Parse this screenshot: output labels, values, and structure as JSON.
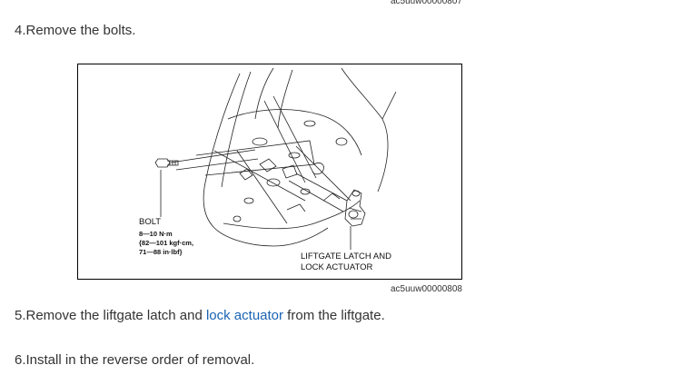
{
  "figure_ids": {
    "top": "ac5uuw00000807",
    "bottom": "ac5uuw00000808"
  },
  "steps": {
    "step4": "4.Remove the bolts.",
    "step5_prefix": "5.Remove the liftgate latch and ",
    "step5_link": "lock actuator",
    "step5_suffix": " from the liftgate.",
    "step6": "6.Install in the reverse order of removal."
  },
  "figure": {
    "bolt_label": "BOLT",
    "bolt_torque": [
      "8—10 N·m",
      "{82—101 kgf·cm,",
      "71—88 in·lbf}"
    ],
    "latch_label": [
      "LIFTGATE LATCH AND",
      "LOCK ACTUATOR"
    ]
  },
  "colors": {
    "text": "#333333",
    "link": "#1a64b4",
    "figure_border": "#000000"
  }
}
